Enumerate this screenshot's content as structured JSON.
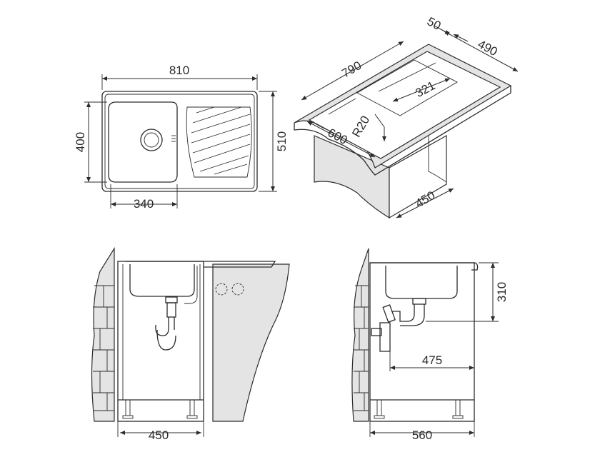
{
  "plan_view": {
    "overall_width": "810",
    "bowl_height": "400",
    "overall_depth": "510",
    "bowl_width": "340"
  },
  "isometric_view": {
    "length": "790",
    "rim": "50",
    "depth": "490",
    "bowl_inner": "321",
    "corner_radius": "R20",
    "cabinet_width": "600",
    "cabinet_depth": "450"
  },
  "front_section": {
    "cabinet_width": "450"
  },
  "side_section": {
    "bowl_depth": "310",
    "drain_offset": "475",
    "cabinet_depth": "560"
  }
}
